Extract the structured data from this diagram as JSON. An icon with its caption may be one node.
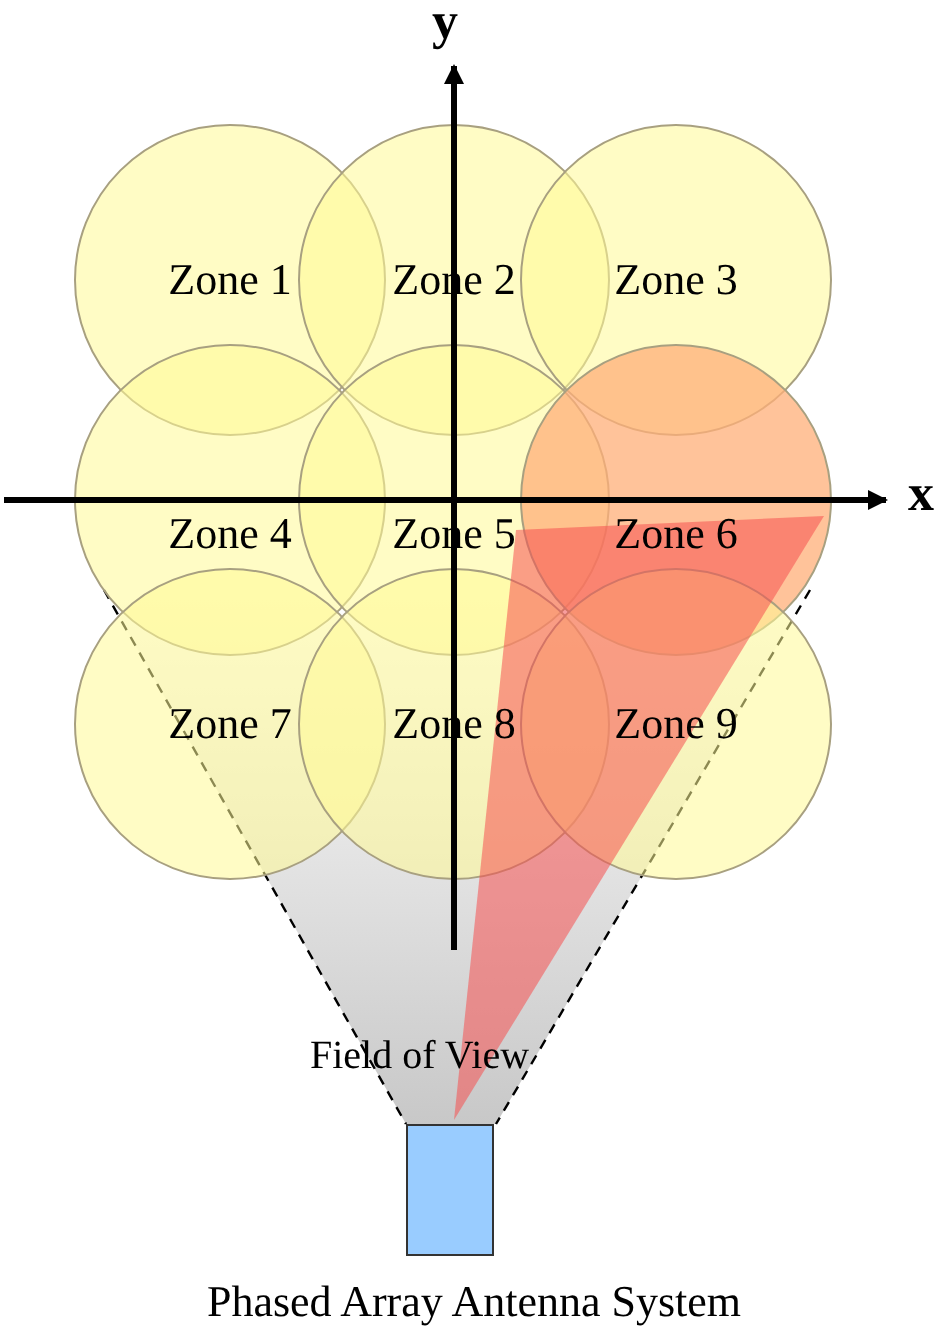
{
  "diagram": {
    "nodes": [
      {
        "text": [
          "Zone 1"
        ]
      },
      {
        "text": [
          "Zone 2"
        ]
      },
      {
        "text": [
          "Zone 3"
        ]
      },
      {
        "text": [
          "Zone 4"
        ]
      },
      {
        "text": [
          "Zone 5"
        ]
      },
      {
        "text": [
          "Zone 6"
        ]
      },
      {
        "text": [
          "Zone 7"
        ]
      },
      {
        "text": [
          "Zone 8"
        ]
      },
      {
        "text": [
          "Zone 9"
        ]
      },
      {
        "text": [],
        "shape": "box",
        "beside": [
          "Phased Array Antenna System"
        ]
      }
    ],
    "labels": [
      "y",
      "x",
      "Field of View"
    ]
  }
}
